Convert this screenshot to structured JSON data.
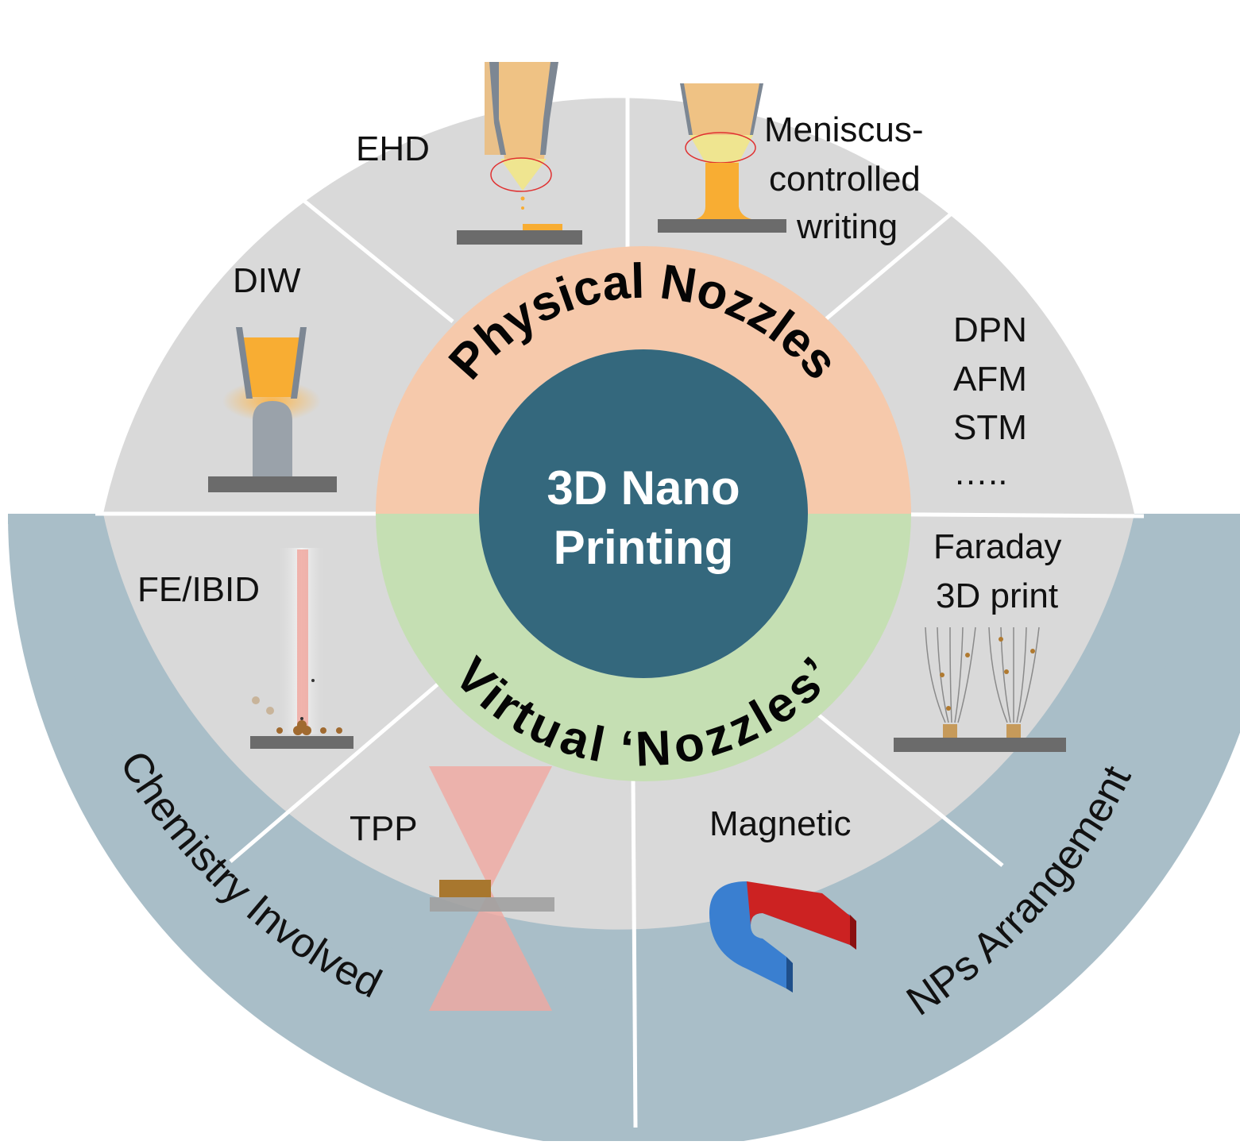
{
  "center": {
    "line1": "3D Nano",
    "line2": "Printing"
  },
  "ring": {
    "top": "Physical  Nozzles",
    "bottom": "Virtual ‘Nozzles’"
  },
  "bands": {
    "left": "Chemistry  Involved",
    "right": "NPs Arrangement"
  },
  "segments": {
    "ehd": "EHD",
    "meniscus": [
      "Meniscus-",
      "controlled",
      "writing"
    ],
    "diw": "DIW",
    "dpn": [
      "DPN",
      "AFM",
      "STM",
      "….."
    ],
    "feibid": "FE/IBID",
    "faraday": [
      "Faraday",
      "3D print"
    ],
    "tpp": "TPP",
    "magnetic": "Magnetic"
  },
  "colors": {
    "outer_disk": "#d9d9d9",
    "band": "#a9bec8",
    "ring_physical": "#f6c9ab",
    "ring_virtual": "#c5dfb3",
    "center": "#34687d",
    "ink": "#f8ad33",
    "substrate": "#6b6b6b",
    "laser": "#f0a8a0"
  }
}
